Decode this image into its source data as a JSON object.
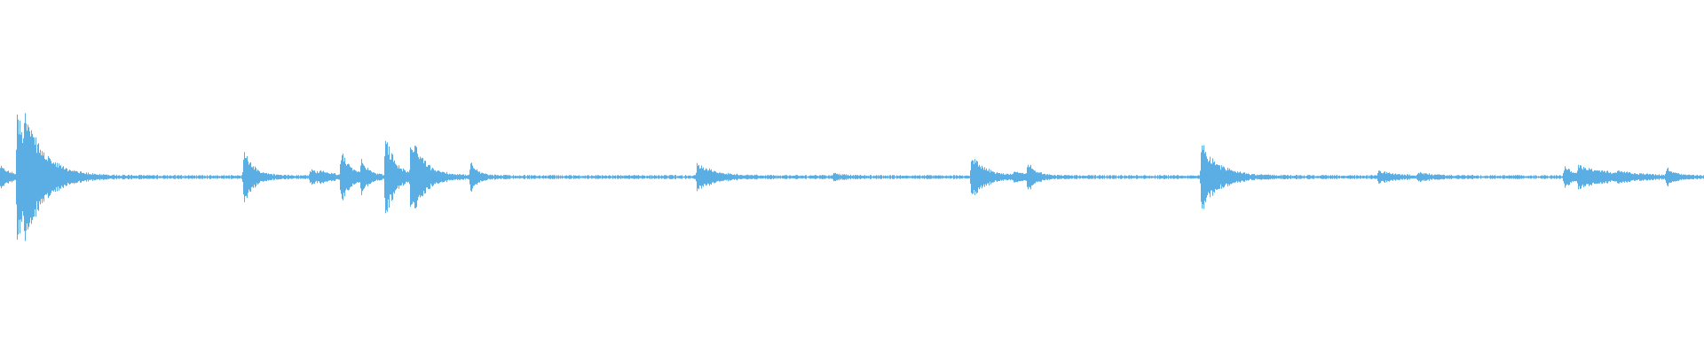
{
  "waveform": {
    "color": "#5aaee3",
    "background": "#ffffff",
    "baseline_fraction": 0.5,
    "noise_amplitude": 0.004,
    "events": [
      {
        "t": 0.0,
        "amp": 0.03,
        "dur": 0.006
      },
      {
        "t": 0.01,
        "amp": 0.2,
        "dur": 0.012
      },
      {
        "t": 0.014,
        "amp": 0.06,
        "dur": 0.01
      },
      {
        "t": 0.143,
        "amp": 0.075,
        "dur": 0.006
      },
      {
        "t": 0.182,
        "amp": 0.02,
        "dur": 0.008
      },
      {
        "t": 0.188,
        "amp": 0.01,
        "dur": 0.006
      },
      {
        "t": 0.2,
        "amp": 0.07,
        "dur": 0.006
      },
      {
        "t": 0.212,
        "amp": 0.04,
        "dur": 0.004
      },
      {
        "t": 0.226,
        "amp": 0.12,
        "dur": 0.006
      },
      {
        "t": 0.241,
        "amp": 0.115,
        "dur": 0.008
      },
      {
        "t": 0.276,
        "amp": 0.045,
        "dur": 0.004
      },
      {
        "t": 0.409,
        "amp": 0.04,
        "dur": 0.01
      },
      {
        "t": 0.489,
        "amp": 0.008,
        "dur": 0.006
      },
      {
        "t": 0.57,
        "amp": 0.065,
        "dur": 0.008
      },
      {
        "t": 0.595,
        "amp": 0.012,
        "dur": 0.008
      },
      {
        "t": 0.603,
        "amp": 0.04,
        "dur": 0.004
      },
      {
        "t": 0.705,
        "amp": 0.1,
        "dur": 0.01
      },
      {
        "t": 0.809,
        "amp": 0.018,
        "dur": 0.008
      },
      {
        "t": 0.832,
        "amp": 0.01,
        "dur": 0.008
      },
      {
        "t": 0.918,
        "amp": 0.035,
        "dur": 0.004
      },
      {
        "t": 0.926,
        "amp": 0.03,
        "dur": 0.02
      },
      {
        "t": 0.949,
        "amp": 0.008,
        "dur": 0.008
      },
      {
        "t": 0.978,
        "amp": 0.025,
        "dur": 0.004
      }
    ]
  }
}
